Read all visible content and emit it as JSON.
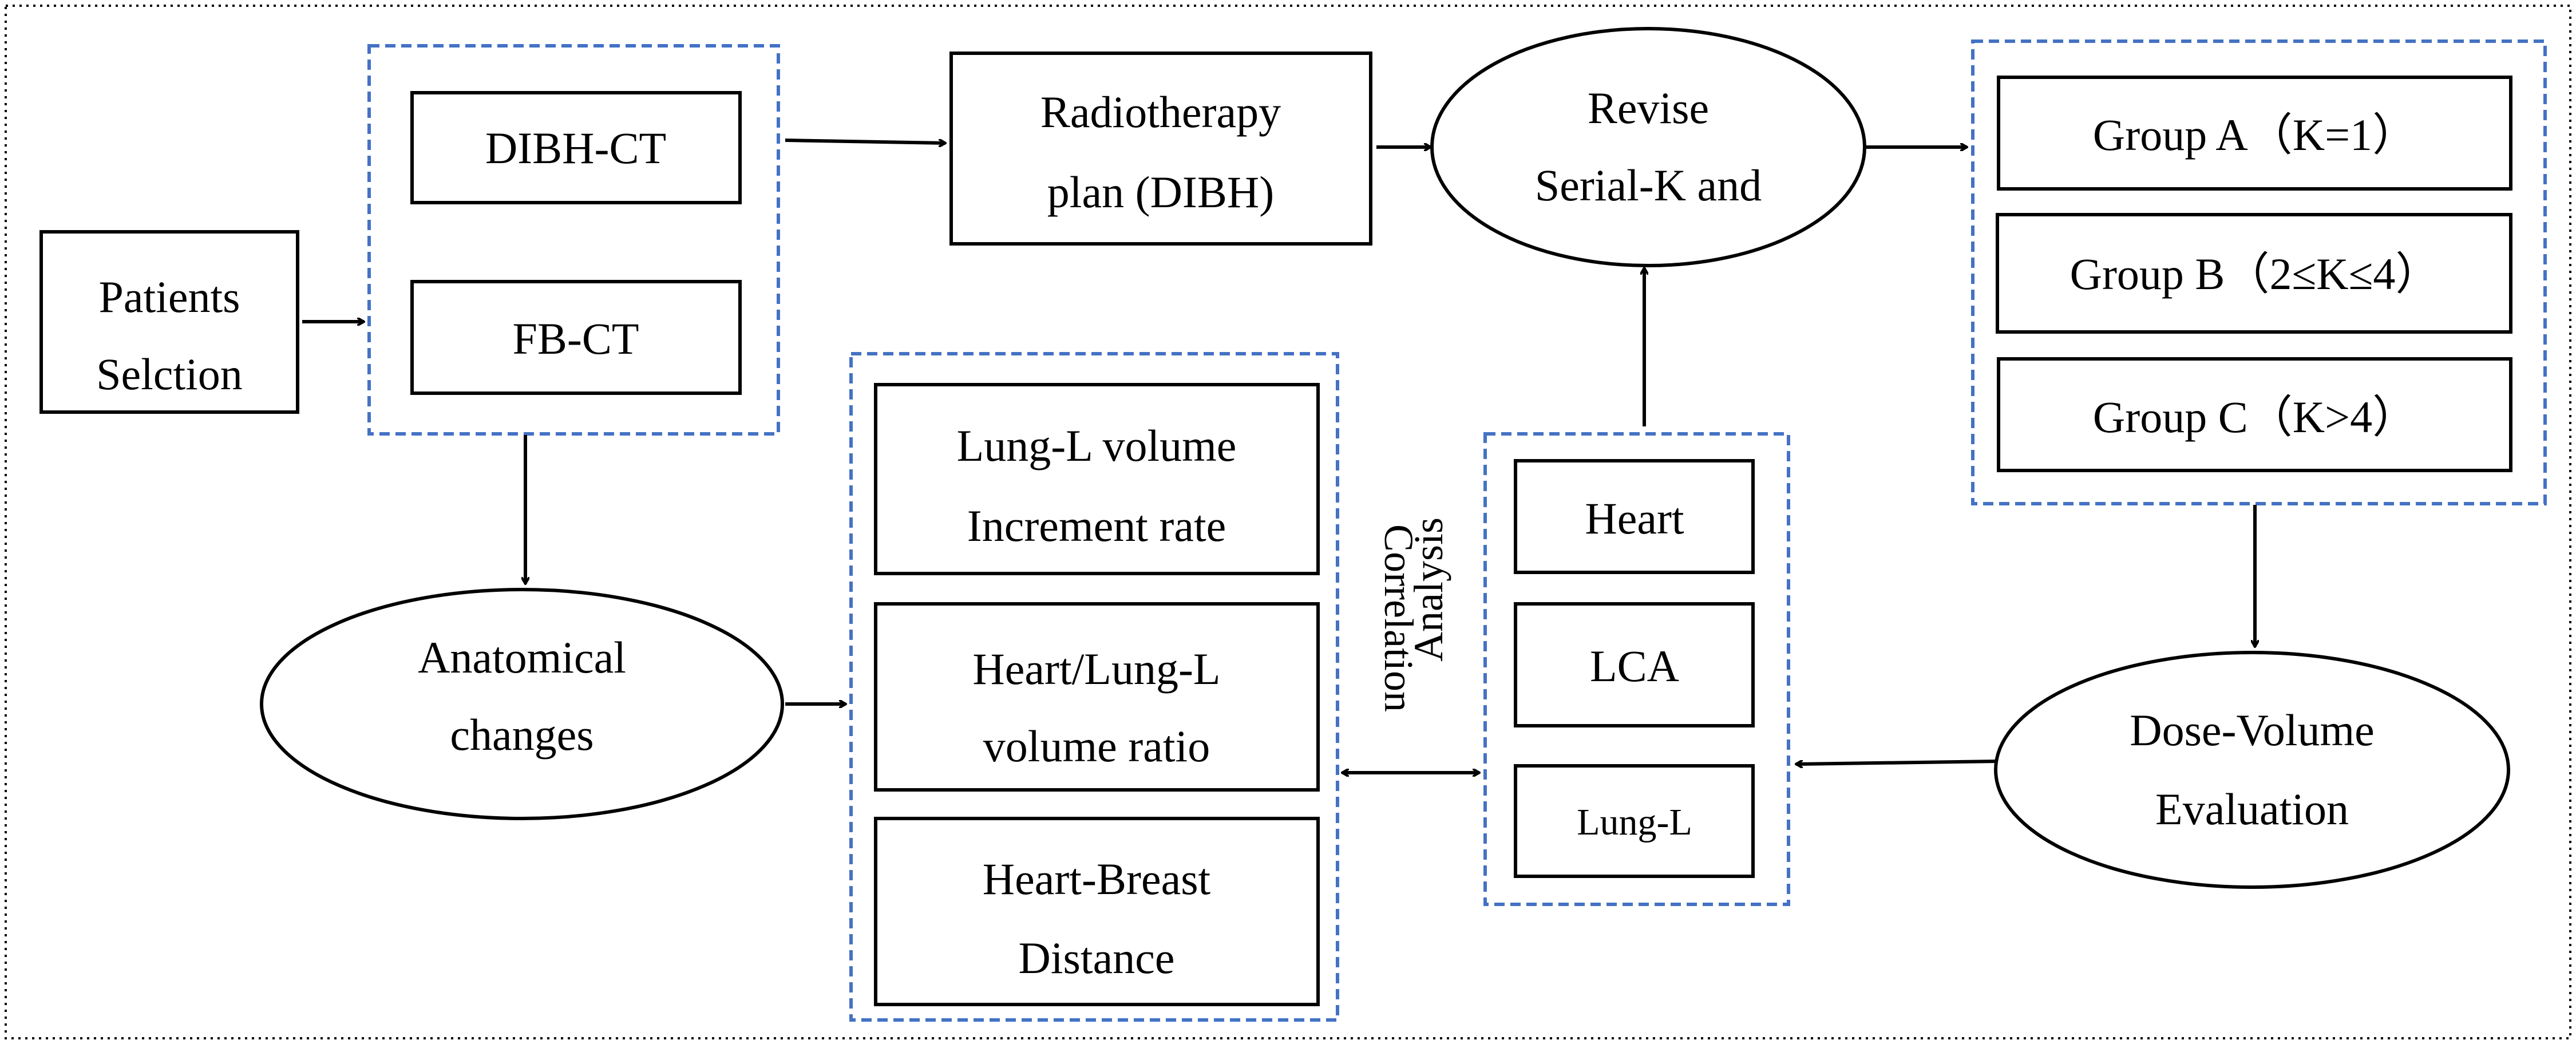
{
  "nodes": {
    "patients_selection": [
      "Patients",
      "Selction"
    ],
    "dibh_ct": [
      "DIBH-CT"
    ],
    "fb_ct": [
      "FB-CT"
    ],
    "radiotherapy_plan": [
      "Radiotherapy",
      "plan (DIBH)"
    ],
    "revise_serial_k": [
      "Revise",
      "Serial-K and"
    ],
    "group_a": [
      "Group A（K=1）"
    ],
    "group_b": [
      "Group B（2≤K≤4）"
    ],
    "group_c": [
      "Group C（K>4）"
    ],
    "anatomical_changes": [
      "Anatomical",
      "changes"
    ],
    "lung_volume_increment": [
      "Lung-L volume",
      "Increment rate"
    ],
    "heart_lung_ratio": [
      "Heart/Lung-L",
      "volume ratio"
    ],
    "heart_breast_distance": [
      "Heart-Breast",
      "Distance"
    ],
    "heart": [
      "Heart"
    ],
    "lca": [
      "LCA"
    ],
    "lung_l": [
      "Lung-L"
    ],
    "dose_volume": [
      "Dose-Volume",
      "Evaluation"
    ]
  },
  "edge_labels": {
    "correlation": "Correlation",
    "analysis": "Analysis"
  },
  "colors": {
    "group_frame": "#4472c4",
    "stroke": "#000000",
    "background": "#ffffff"
  }
}
